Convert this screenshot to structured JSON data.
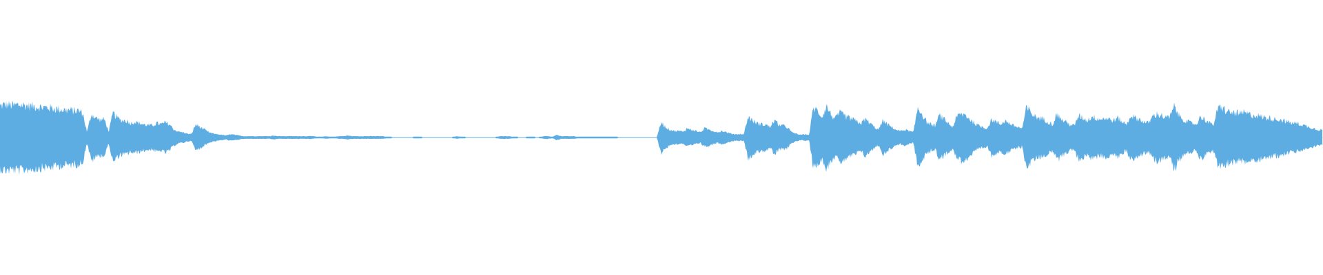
{
  "waveform": {
    "color": "#5dade2",
    "background": "#ffffff",
    "amplitude_profile": [
      0.48,
      0.5,
      0.5,
      0.49,
      0.5,
      0.5,
      0.49,
      0.48,
      0.48,
      0.47,
      0.46,
      0.46,
      0.45,
      0.44,
      0.43,
      0.42,
      0.42,
      0.41,
      0.41,
      0.38,
      0.08,
      0.36,
      0.3,
      0.27,
      0.28,
      0.09,
      0.38,
      0.3,
      0.26,
      0.26,
      0.22,
      0.24,
      0.22,
      0.2,
      0.19,
      0.18,
      0.22,
      0.2,
      0.23,
      0.2,
      0.12,
      0.09,
      0.08,
      0.06,
      0.05,
      0.2,
      0.16,
      0.12,
      0.08,
      0.06,
      0.05,
      0.04,
      0.03,
      0.05,
      0.04,
      0.03,
      0.02,
      0.02,
      0.02,
      0.02,
      0.02,
      0.02,
      0.02,
      0.03,
      0.02,
      0.02,
      0.02,
      0.02,
      0.02,
      0.02,
      0.02,
      0.02,
      0.02,
      0.01,
      0.01,
      0.02,
      0.01,
      0.01,
      0.02,
      0.02,
      0.03,
      0.02,
      0.02,
      0.02,
      0.02,
      0.02,
      0.02,
      0.02,
      0.02,
      0.01,
      0.0,
      0.0,
      0.0,
      0.0,
      0.0,
      0.0,
      0.01,
      0.0,
      0.0,
      0.0,
      0.0,
      0.0,
      0.0,
      0.0,
      0.0,
      0.02,
      0.01,
      0.0,
      0.0,
      0.0,
      0.0,
      0.0,
      0.0,
      0.0,
      0.0,
      0.02,
      0.02,
      0.02,
      0.01,
      0.0,
      0.0,
      0.0,
      0.01,
      0.0,
      0.0,
      0.02,
      0.02,
      0.01,
      0.04,
      0.02,
      0.02,
      0.02,
      0.02,
      0.01,
      0.01,
      0.01,
      0.01,
      0.01,
      0.01,
      0.01,
      0.01,
      0.01,
      0.0,
      0.0,
      0.0,
      0.0,
      0.0,
      0.0,
      0.0,
      0.0,
      0.0,
      0.0,
      0.24,
      0.16,
      0.12,
      0.1,
      0.1,
      0.09,
      0.14,
      0.12,
      0.1,
      0.08,
      0.14,
      0.12,
      0.1,
      0.08,
      0.1,
      0.08,
      0.06,
      0.05,
      0.05,
      0.05,
      0.32,
      0.26,
      0.22,
      0.2,
      0.2,
      0.16,
      0.26,
      0.2,
      0.18,
      0.16,
      0.08,
      0.06,
      0.04,
      0.05,
      0.04,
      0.46,
      0.4,
      0.32,
      0.48,
      0.36,
      0.28,
      0.38,
      0.34,
      0.3,
      0.28,
      0.24,
      0.22,
      0.28,
      0.22,
      0.16,
      0.12,
      0.26,
      0.2,
      0.16,
      0.12,
      0.1,
      0.12,
      0.1,
      0.08,
      0.46,
      0.36,
      0.24,
      0.2,
      0.18,
      0.34,
      0.28,
      0.22,
      0.16,
      0.32,
      0.36,
      0.34,
      0.28,
      0.22,
      0.18,
      0.16,
      0.14,
      0.28,
      0.24,
      0.2,
      0.26,
      0.22,
      0.18,
      0.16,
      0.14,
      0.46,
      0.38,
      0.32,
      0.3,
      0.28,
      0.24,
      0.2,
      0.36,
      0.28,
      0.24,
      0.2,
      0.18,
      0.34,
      0.3,
      0.26,
      0.32,
      0.3,
      0.28,
      0.3,
      0.28,
      0.26,
      0.3,
      0.24,
      0.2,
      0.34,
      0.3,
      0.28,
      0.24,
      0.22,
      0.32,
      0.36,
      0.34,
      0.3,
      0.32,
      0.48,
      0.34,
      0.28,
      0.24,
      0.22,
      0.2,
      0.32,
      0.28,
      0.22,
      0.2,
      0.44,
      0.46,
      0.4,
      0.38,
      0.38,
      0.36,
      0.38,
      0.36,
      0.34,
      0.34,
      0.32,
      0.3,
      0.3,
      0.28,
      0.28,
      0.26,
      0.24,
      0.22,
      0.22,
      0.2,
      0.18,
      0.16,
      0.14,
      0.12,
      0.12
    ]
  }
}
